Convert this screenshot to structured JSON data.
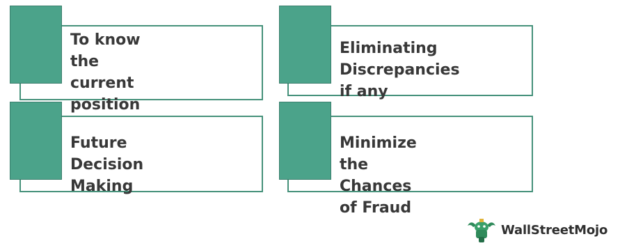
{
  "cards": [
    {
      "label": "To know the current\nposition of the\ncompany"
    },
    {
      "label": "Eliminating\nDiscrepancies if any"
    },
    {
      "label": "Future Decision\nMaking"
    },
    {
      "label": "Minimize the Chances\nof Fraud"
    }
  ],
  "brand": {
    "name": "WallStreetMojo",
    "logo_icon": "wallstreetmojo-logo-icon"
  },
  "colors": {
    "accent": "#4ba38a",
    "border": "#45917a",
    "text": "#383838"
  }
}
